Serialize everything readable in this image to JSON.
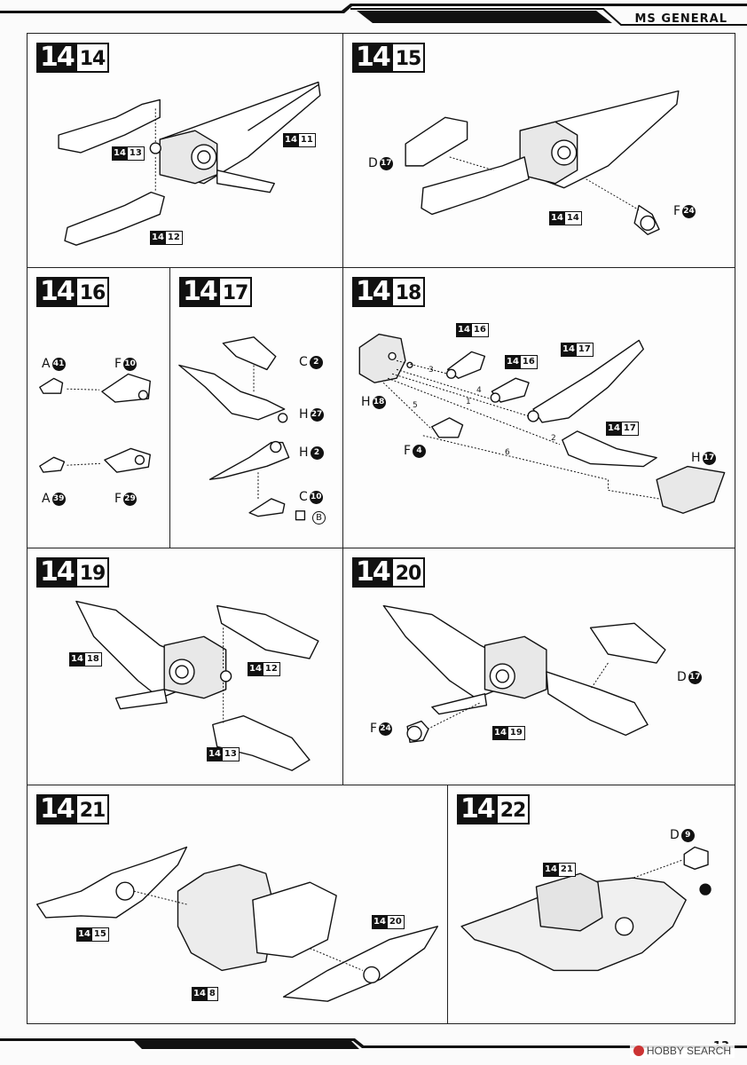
{
  "header": {
    "title": "MS GENERAL"
  },
  "steps": {
    "s14": {
      "major": "14",
      "minor": "14",
      "tags": {
        "t1": {
          "m": "14",
          "n": "13"
        },
        "t2": {
          "m": "14",
          "n": "11"
        },
        "t3": {
          "m": "14",
          "n": "12"
        }
      }
    },
    "s15": {
      "major": "14",
      "minor": "15",
      "tags": {
        "t1": {
          "m": "14",
          "n": "14"
        }
      },
      "parts": {
        "p1": {
          "l": "D",
          "n": "17"
        },
        "p2": {
          "l": "F",
          "n": "24"
        }
      }
    },
    "s16": {
      "major": "14",
      "minor": "16",
      "parts": {
        "p1": {
          "l": "A",
          "n": "41"
        },
        "p2": {
          "l": "F",
          "n": "10"
        },
        "p3": {
          "l": "A",
          "n": "39"
        },
        "p4": {
          "l": "F",
          "n": "29"
        }
      }
    },
    "s17": {
      "major": "14",
      "minor": "17",
      "parts": {
        "p1": {
          "l": "C",
          "n": "2"
        },
        "p2": {
          "l": "H",
          "n": "27"
        },
        "p3": {
          "l": "H",
          "n": "2"
        },
        "p4": {
          "l": "C",
          "n": "10"
        }
      },
      "option": "B"
    },
    "s18": {
      "major": "14",
      "minor": "18",
      "tags": {
        "t1": {
          "m": "14",
          "n": "16"
        },
        "t2": {
          "m": "14",
          "n": "16"
        },
        "t3": {
          "m": "14",
          "n": "17"
        },
        "t4": {
          "m": "14",
          "n": "17"
        }
      },
      "parts": {
        "p1": {
          "l": "H",
          "n": "18"
        },
        "p2": {
          "l": "F",
          "n": "4"
        },
        "p3": {
          "l": "H",
          "n": "17"
        }
      },
      "order": [
        "1",
        "2",
        "3",
        "4",
        "5",
        "6"
      ]
    },
    "s19": {
      "major": "14",
      "minor": "19",
      "tags": {
        "t1": {
          "m": "14",
          "n": "18"
        },
        "t2": {
          "m": "14",
          "n": "12"
        },
        "t3": {
          "m": "14",
          "n": "13"
        }
      }
    },
    "s20": {
      "major": "14",
      "minor": "20",
      "tags": {
        "t1": {
          "m": "14",
          "n": "19"
        }
      },
      "parts": {
        "p1": {
          "l": "D",
          "n": "17"
        },
        "p2": {
          "l": "F",
          "n": "24"
        }
      }
    },
    "s21": {
      "major": "14",
      "minor": "21",
      "tags": {
        "t1": {
          "m": "14",
          "n": "15"
        },
        "t2": {
          "m": "14",
          "n": "8"
        },
        "t3": {
          "m": "14",
          "n": "20"
        }
      }
    },
    "s22": {
      "major": "14",
      "minor": "22",
      "tags": {
        "t1": {
          "m": "14",
          "n": "21"
        }
      },
      "parts": {
        "p1": {
          "l": "D",
          "n": "9"
        }
      }
    }
  },
  "footer": {
    "page_number": "13",
    "watermark": "HOBBY SEARCH"
  },
  "colors": {
    "ink": "#111111",
    "paper": "#fbfbfb"
  }
}
